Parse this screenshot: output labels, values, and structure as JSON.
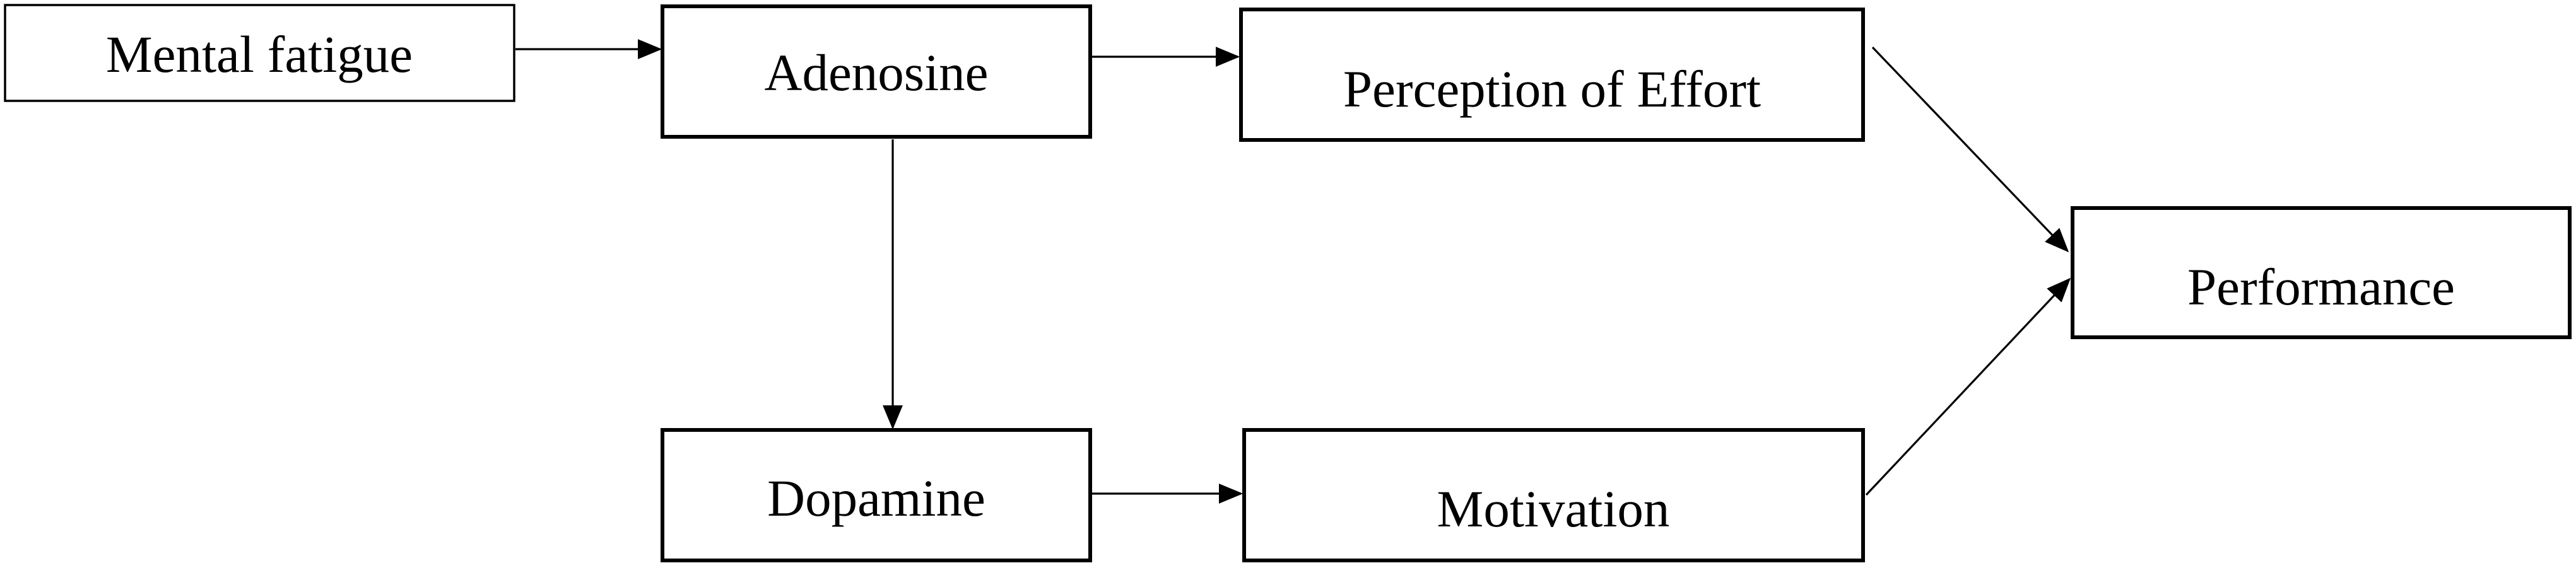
{
  "nodes": {
    "mental_fatigue": "Mental fatigue",
    "adenosine": "Adenosine",
    "perception_of_effort": "Perception of Effort",
    "dopamine": "Dopamine",
    "motivation": "Motivation",
    "performance": "Performance"
  },
  "edges": [
    {
      "from": "Mental fatigue",
      "to": "Adenosine"
    },
    {
      "from": "Adenosine",
      "to": "Perception of Effort"
    },
    {
      "from": "Adenosine",
      "to": "Dopamine"
    },
    {
      "from": "Dopamine",
      "to": "Motivation"
    },
    {
      "from": "Perception of Effort",
      "to": "Performance"
    },
    {
      "from": "Motivation",
      "to": "Performance"
    }
  ],
  "colors": {
    "box_stroke": "#000000",
    "box_fill": "#ffffff",
    "text": "#000000",
    "arrow": "#000000"
  }
}
